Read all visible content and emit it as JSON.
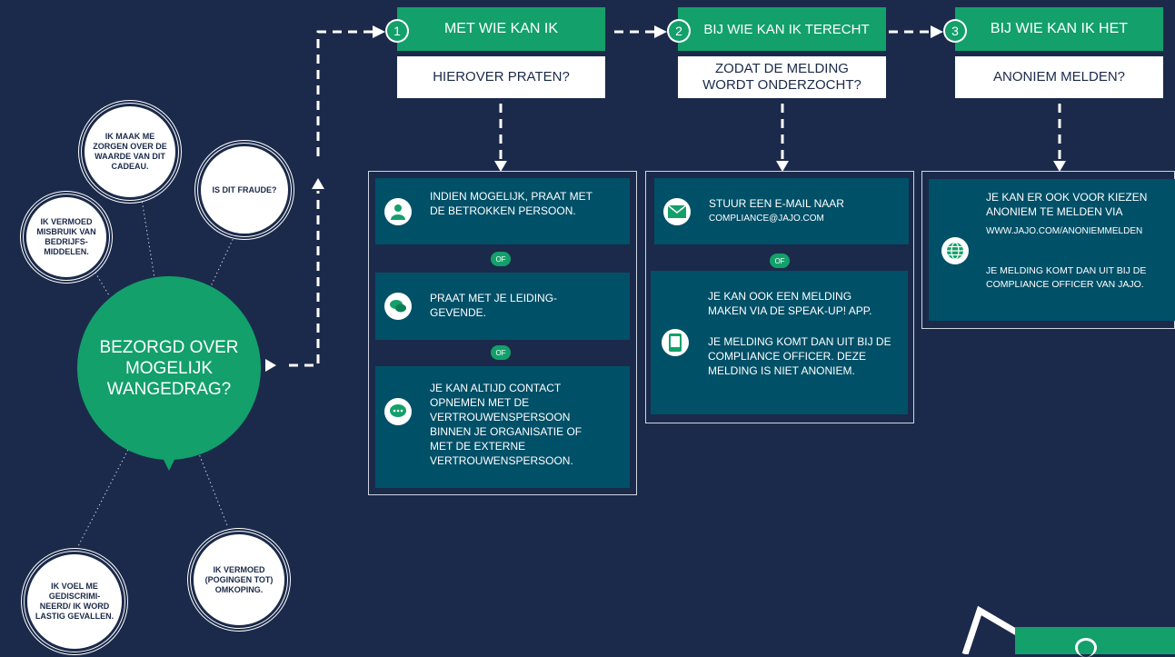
{
  "colors": {
    "background": "#1b2a4a",
    "green": "#13a06b",
    "teal": "#005068",
    "white": "#ffffff"
  },
  "main_bubble": {
    "text": "BEZORGD OVER MOGELIJK WANGEDRAG?"
  },
  "concerns": [
    "IK MAAK ME ZORGEN OVER DE WAARDE VAN DIT CADEAU.",
    "IS DIT FRAUDE?",
    "IK VERMOED MISBRUIK VAN BEDRIJFS-MIDDELEN.",
    "IK VERMOED (POGINGEN TOT) OMKOPING.",
    "IK VOEL ME GEDISCRIMI-NEERD/ IK WORD LASTIG GEVALLEN."
  ],
  "steps": [
    {
      "number": "1",
      "title": "MET WIE KAN IK",
      "subtitle": "HIEROVER PRATEN?",
      "separator": "OF",
      "options": [
        {
          "icon": "person-icon",
          "text": "INDIEN MOGELIJK, PRAAT MET DE BETROKKEN PERSOON."
        },
        {
          "icon": "chat-bubbles-icon",
          "text": "PRAAT MET JE LEIDING-GEVENDE."
        },
        {
          "icon": "speech-bubble-icon",
          "text": "JE KAN ALTIJD CONTACT OPNEMEN MET DE VERTROUWENSPERSOON BINNEN JE ORGANISATIE OF MET DE EXTERNE VERTROUWENSPERSOON."
        }
      ]
    },
    {
      "number": "2",
      "title": "BIJ WIE KAN IK TERECHT",
      "subtitle": "ZODAT DE MELDING WORDT ONDERZOCHT?",
      "separator": "OF",
      "options": [
        {
          "icon": "envelope-icon",
          "text": "STUUR EEN E-MAIL NAAR",
          "detail": "COMPLIANCE@JAJO.COM"
        },
        {
          "icon": "smartphone-icon",
          "text": "JE KAN OOK EEN MELDING MAKEN VIA DE SPEAK-UP! APP.",
          "detail": "JE MELDING KOMT DAN UIT BIJ DE COMPLIANCE OFFICER. DEZE MELDING IS NIET ANONIEM."
        }
      ]
    },
    {
      "number": "3",
      "title": "BIJ WIE KAN IK HET",
      "subtitle": "ANONIEM MELDEN?",
      "options": [
        {
          "icon": "globe-icon",
          "text": "JE KAN ER OOK VOOR KIEZEN ANONIEM TE MELDEN VIA",
          "url": "WWW.JAJO.COM/ANONIEMMELDEN",
          "detail": "JE MELDING KOMT DAN UIT BIJ DE COMPLIANCE OFFICER VAN JAJO."
        }
      ]
    }
  ]
}
